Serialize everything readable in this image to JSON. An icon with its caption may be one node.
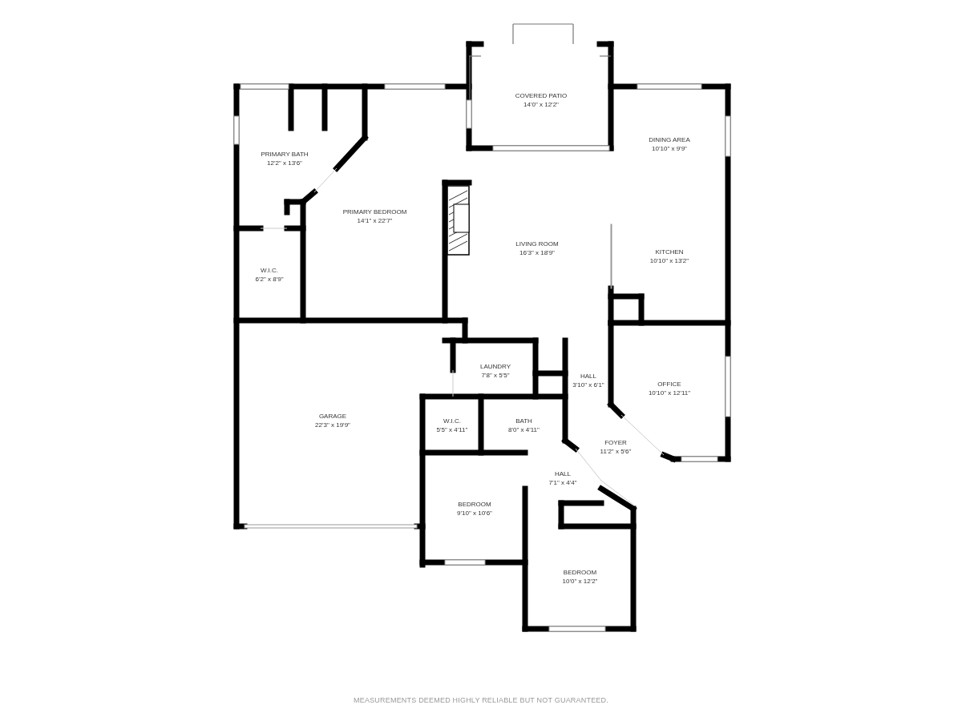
{
  "diagram": {
    "caption": "MEASUREMENTS DEEMED HIGHLY RELIABLE BUT NOT GUARANTEED.",
    "nodes": [
      {
        "text": [
          "COVERED PATIO",
          "14'0\" x 12'2\""
        ]
      },
      {
        "text": [
          "PRIMARY BATH",
          "12'2\" x 13'6\""
        ]
      },
      {
        "text": [
          "DINING AREA",
          "10'10\" x 9'9\""
        ]
      },
      {
        "text": [
          "PRIMARY BEDROOM",
          "14'1\" x 22'7\""
        ]
      },
      {
        "text": [
          "LIVING ROOM",
          "16'3\" x 18'9\""
        ]
      },
      {
        "text": [
          "KITCHEN",
          "10'10\" x 13'2\""
        ]
      },
      {
        "text": [
          "W.I.C.",
          "6'2\" x 8'9\""
        ]
      },
      {
        "text": [
          "LAUNDRY",
          "7'8\" x 5'5\""
        ]
      },
      {
        "text": [
          "HALL",
          "3'10\" x 6'1\""
        ]
      },
      {
        "text": [
          "OFFICE",
          "10'10\" x 12'11\""
        ]
      },
      {
        "text": [
          "GARAGE",
          "22'3\" x 19'9\""
        ]
      },
      {
        "text": [
          "W.I.C.",
          "5'5\" x 4'11\""
        ]
      },
      {
        "text": [
          "BATH",
          "8'0\" x 4'11\""
        ]
      },
      {
        "text": [
          "FOYER",
          "11'2\" x 5'6\""
        ]
      },
      {
        "text": [
          "HALL",
          "7'1\" x 4'4\""
        ]
      },
      {
        "text": [
          "BEDROOM",
          "9'10\" x 10'6\""
        ]
      },
      {
        "text": [
          "BEDROOM",
          "10'0\" x 12'2\""
        ]
      }
    ],
    "edges": []
  }
}
